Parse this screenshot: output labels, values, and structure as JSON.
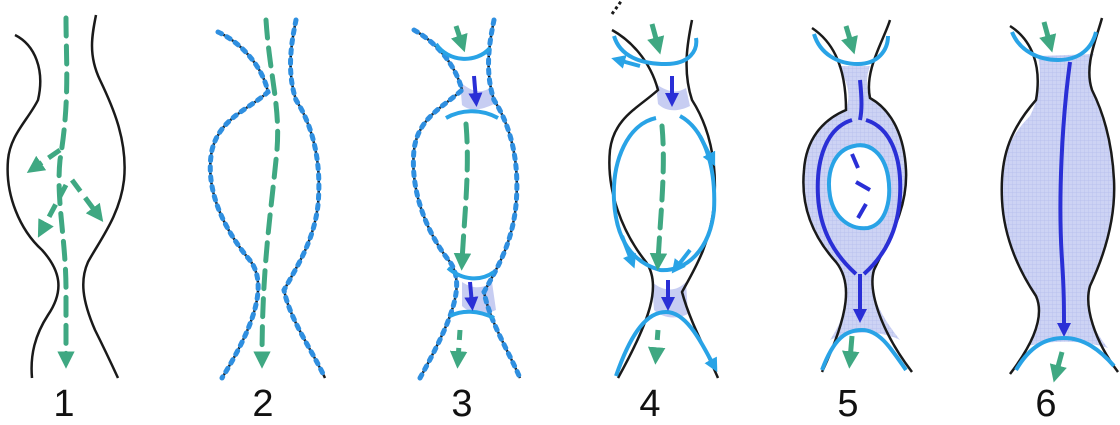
{
  "figure": {
    "panels": [
      {
        "label": "1"
      },
      {
        "label": "2"
      },
      {
        "label": "3"
      },
      {
        "label": "4"
      },
      {
        "label": "5"
      },
      {
        "label": "6"
      }
    ]
  },
  "colors": {
    "outline": "#1a1a1a",
    "path_green": "#3fa882",
    "water_light": "#29a3e6",
    "flow_dark": "#2a2fd6",
    "fill_tint": "#c7cdf2",
    "label": "#111111"
  }
}
